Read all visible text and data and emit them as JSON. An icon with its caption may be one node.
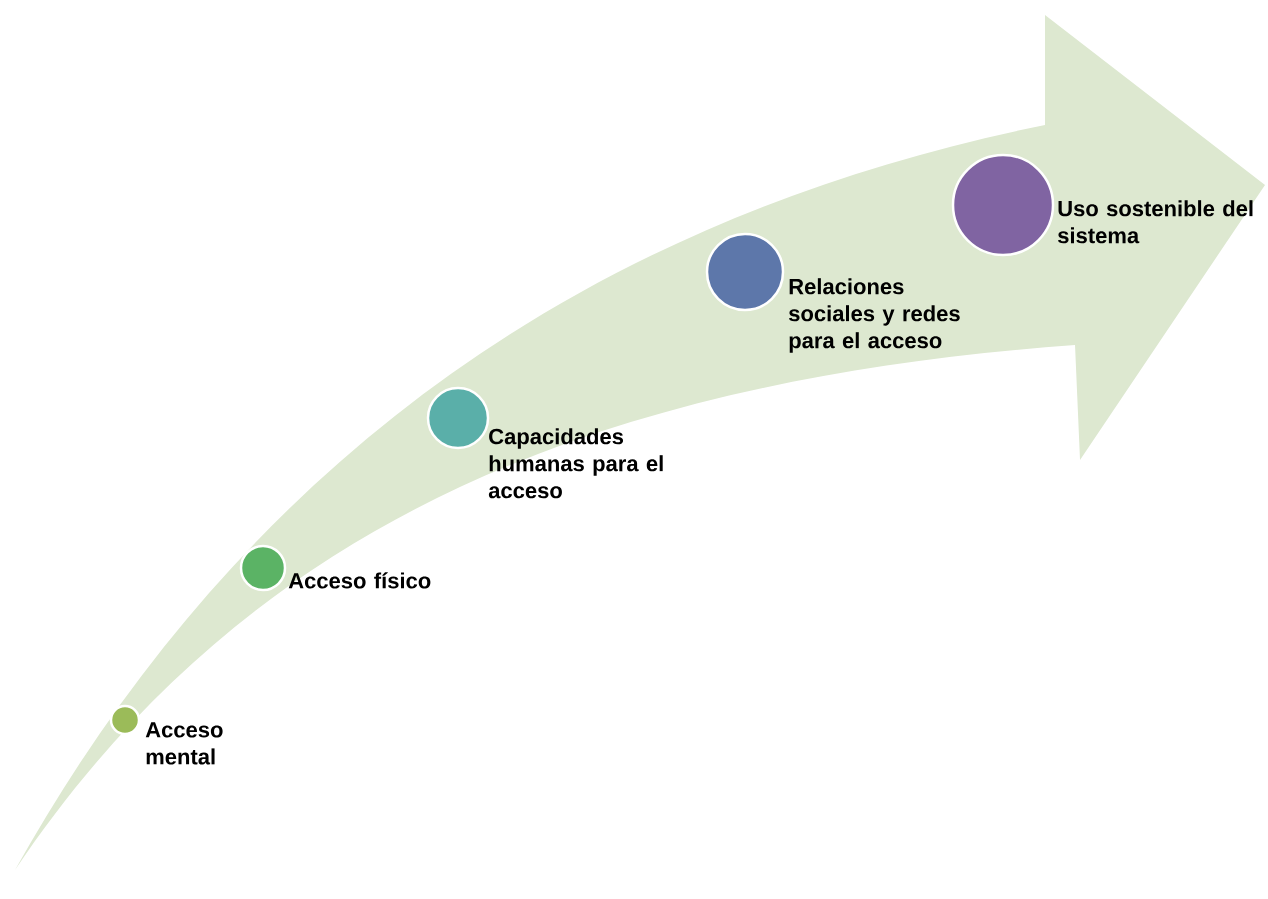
{
  "diagram": {
    "nodes": [
      {
        "text": [
          "Acceso mental"
        ]
      },
      {
        "text": [
          "Acceso físico"
        ]
      },
      {
        "text": [
          "Capacidades humanas para el acceso"
        ]
      },
      {
        "text": [
          "Relaciones sociales y redes para el acceso"
        ]
      },
      {
        "text": [
          "Uso sostenible del sistema"
        ]
      }
    ]
  }
}
